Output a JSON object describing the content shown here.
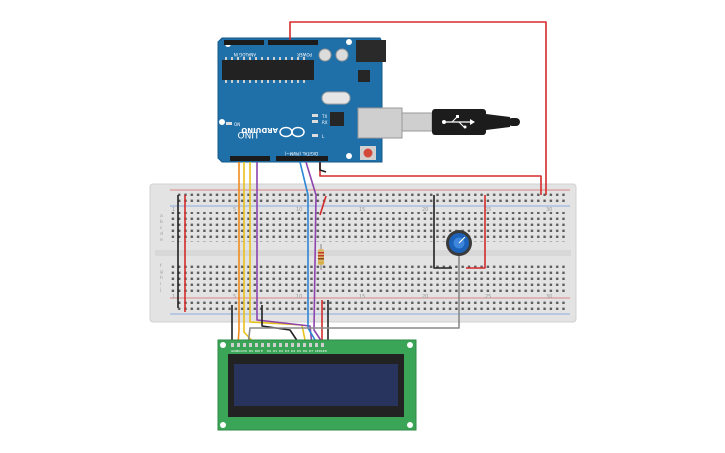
{
  "arduino": {
    "brand": "ARDUINO",
    "model": "UNO",
    "digital_header": "DIGITAL (PWM~)",
    "power_header": "POWER",
    "analog_header": "ANALOG IN",
    "tx_label": "TX",
    "rx_label": "RX",
    "l_label": "L",
    "on_label": "ON",
    "aref_label": "AREF",
    "gnd_label": "GND",
    "board_color": "#1f6fa8"
  },
  "breadboard": {
    "column_labels": [
      "1",
      "5",
      "10",
      "15",
      "20",
      "25",
      "30"
    ],
    "row_labels_top": [
      "a",
      "b",
      "c",
      "d",
      "e"
    ],
    "row_labels_bottom": [
      "f",
      "g",
      "h",
      "i",
      "j"
    ],
    "board_color": "#e2e2e2"
  },
  "lcd": {
    "pin_labels": [
      "GND",
      "VCC",
      "V0",
      "RS",
      "RW",
      "E",
      "D0",
      "D1",
      "D2",
      "D3",
      "D4",
      "D5",
      "D6",
      "D7",
      "LED",
      "LED"
    ],
    "pcb_color": "#3aa556",
    "screen_color": "#28345e"
  },
  "wire_colors": {
    "red": "#d42b2b",
    "black": "#222222",
    "orange": "#f08c1c",
    "yellow": "#e8c21a",
    "purple": "#8e44ad",
    "blue": "#2d86d6",
    "gray": "#8a8a8a"
  }
}
